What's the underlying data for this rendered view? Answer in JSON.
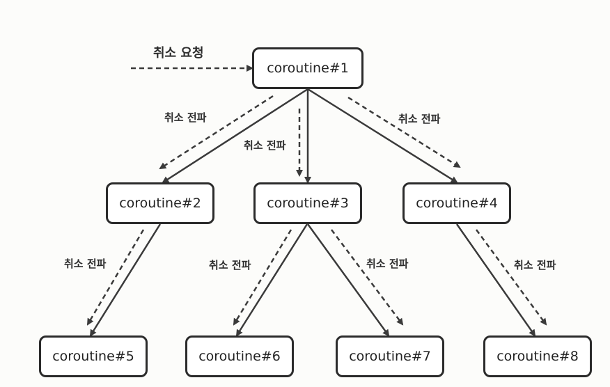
{
  "request_label": "취소 요청",
  "propagate_label": "취소 전파",
  "nodes": {
    "n1": "coroutine#1",
    "n2": "coroutine#2",
    "n3": "coroutine#3",
    "n4": "coroutine#4",
    "n5": "coroutine#5",
    "n6": "coroutine#6",
    "n7": "coroutine#7",
    "n8": "coroutine#8"
  },
  "colors": {
    "line": "#3a3a3a",
    "node_border": "#2b2b2b"
  }
}
